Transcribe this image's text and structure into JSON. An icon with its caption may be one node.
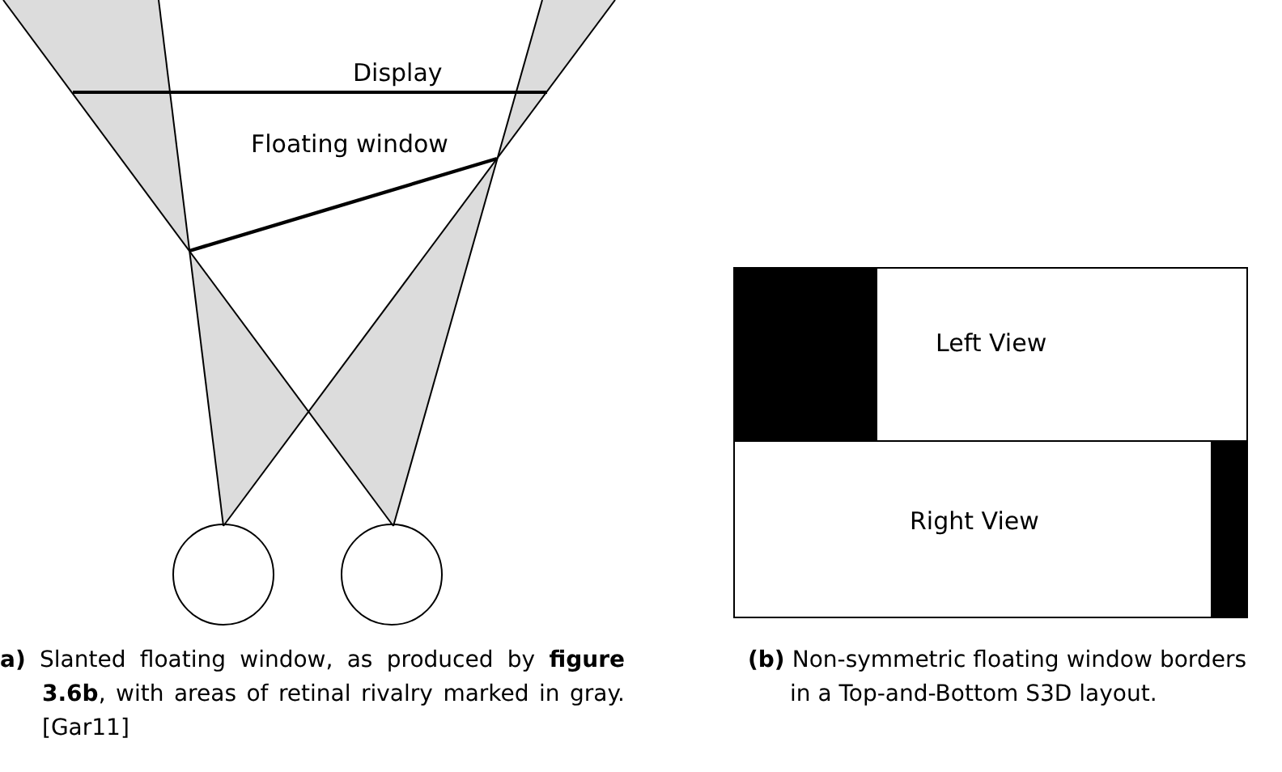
{
  "diagram": {
    "nodes": [
      {
        "text": [
          "Left View"
        ]
      },
      {
        "text": [
          "Right View"
        ]
      }
    ],
    "edges": [],
    "labels": [
      "Display",
      "Floating window",
      "**a)** Slanted floating window, as produced by **figure 3.6b**, with areas of retinal rivalry marked in gray. [Gar11]",
      "**(b)** Non-symmetric floating window borders in a Top-and-Bottom S3D layout."
    ]
  }
}
